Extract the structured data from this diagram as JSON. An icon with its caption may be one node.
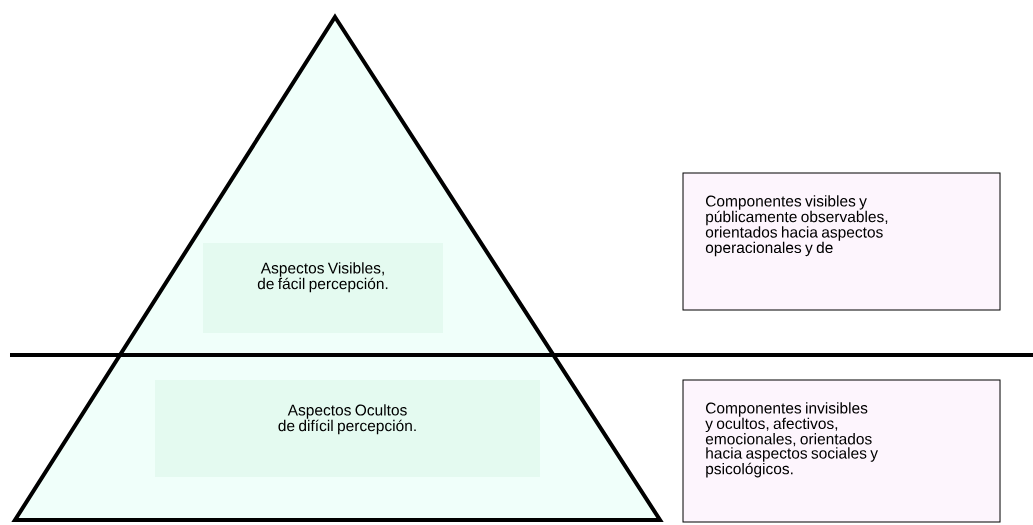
{
  "diagram": {
    "nodes": [
      {
        "text": [],
        "shape": "triangle"
      },
      {
        "text": [
          "Aspectos Visibles, de fácil percepción."
        ],
        "in": 0
      },
      {
        "text": [
          "Aspectos Ocultos de difícil percepción."
        ],
        "in": 0
      },
      {
        "text": [
          "Componentes visibles y públicamente observables, orientados hacia aspectos operacionales y de"
        ]
      },
      {
        "text": [
          "Componentes invisibles y ocultos, afectivos, emocionales, orientados hacia aspectos sociales y psicológicos."
        ]
      }
    ]
  }
}
